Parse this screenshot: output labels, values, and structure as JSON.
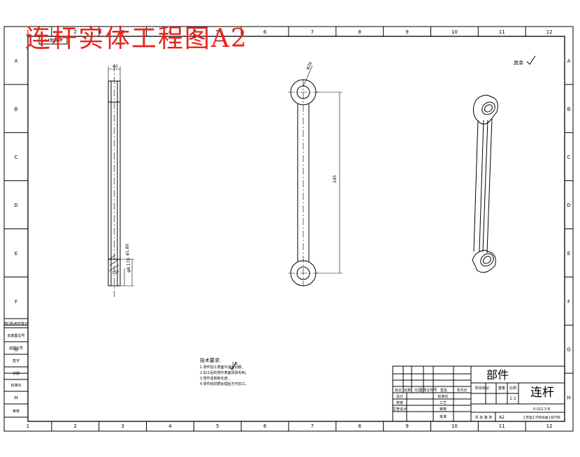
{
  "drawing": {
    "overlay_title": "连杆实体工程图A2",
    "zone_cols": [
      "1",
      "2",
      "3",
      "4",
      "5",
      "6",
      "7",
      "8",
      "9",
      "10",
      "11",
      "12"
    ],
    "zone_rows": [
      "A",
      "B",
      "C",
      "D",
      "E",
      "F",
      "G",
      "H"
    ],
    "top_left_tag": "A4图框号",
    "surface_note": "其余",
    "side_labels": [
      "借(通)用件登记",
      "旧底图总号",
      "底图总号",
      "签字",
      "日期",
      "标准化",
      "审核"
    ],
    "dims_side": [
      "40",
      "φ1.80",
      "φ8.170",
      "15°"
    ],
    "dims_front": [
      "φ20",
      "245"
    ],
    "colors": {
      "line": "#000000",
      "overlay": "#e8231c"
    }
  },
  "notes": {
    "heading": "技术要求:",
    "roughness": "1.6",
    "lines": [
      "1.零件加工表面不应有划痕。",
      "2.加工后的零件表面清除毛刺。",
      "3.零件去除氧化皮。",
      "4.零件经调质处理后方可加工。"
    ]
  },
  "title_block": {
    "category": "部件",
    "part_name": "连杆",
    "rev_headers": [
      "标记",
      "处数",
      "分区",
      "更改文件号",
      "签名",
      "年月日"
    ],
    "roles": [
      "设计",
      "校核",
      "主管设计"
    ],
    "roles2": [
      "标准化",
      "工艺",
      "审核",
      "批准"
    ],
    "stage_headers": [
      "阶段标记",
      "重量",
      "比例"
    ],
    "scale": "1:1",
    "material": "0.012.3 B",
    "sheet_info": "共 张  第 张",
    "format": "A2",
    "school": "江苏理工学院机械工程学院"
  }
}
